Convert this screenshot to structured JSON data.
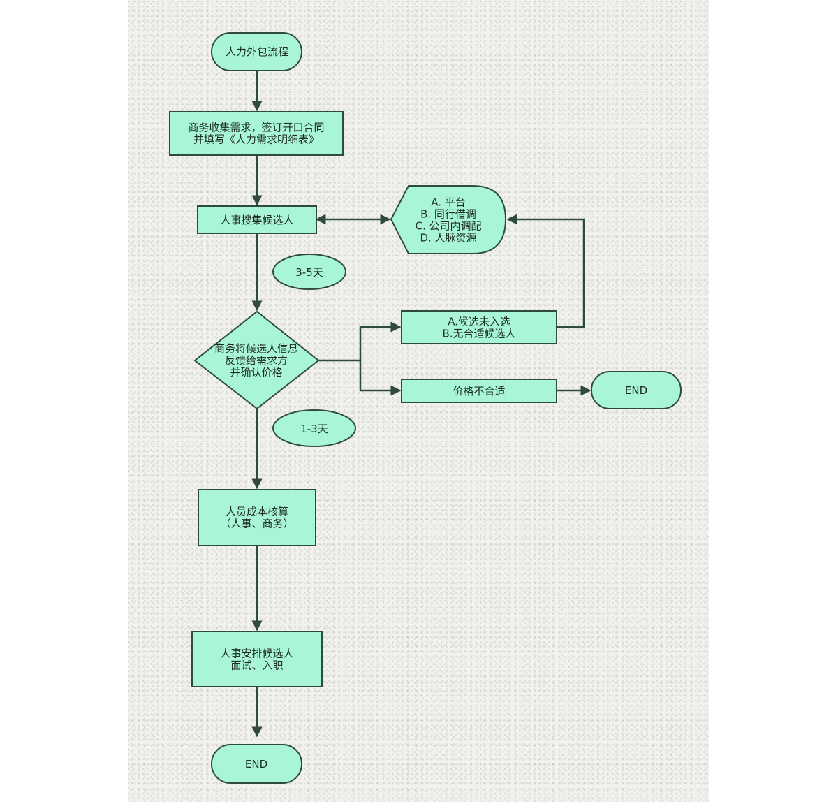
{
  "nodes": {
    "start": {
      "lines": [
        "人力外包流程"
      ]
    },
    "collect": {
      "lines": [
        "商务收集需求，签订开口合同",
        "并填写《人力需求明细表》"
      ]
    },
    "search": {
      "lines": [
        "人事搜集候选人"
      ]
    },
    "sources": {
      "lines": [
        "A. 平台",
        "B. 同行借调",
        "C. 公司内调配",
        "D. 人脉资源"
      ]
    },
    "days_search": {
      "lines": [
        "3-5天"
      ]
    },
    "feedback": {
      "lines": [
        "商务将候选人信息",
        "反馈给需求方",
        "并确认价格"
      ]
    },
    "not_selected": {
      "lines": [
        "A.候选未入选",
        "B.无合适候选人"
      ]
    },
    "price_bad": {
      "lines": [
        "价格不合适"
      ]
    },
    "end_right": {
      "lines": [
        "END"
      ]
    },
    "days_confirm": {
      "lines": [
        "1-3天"
      ]
    },
    "cost": {
      "lines": [
        "人员成本核算",
        "（人事、商务）"
      ]
    },
    "arrange": {
      "lines": [
        "人事安排候选人",
        "面试、入职"
      ]
    },
    "end_bottom": {
      "lines": [
        "END"
      ]
    }
  },
  "colors": {
    "node_fill": "#a9f5d7",
    "stroke": "#2f4a40",
    "text": "#1d2b26"
  }
}
